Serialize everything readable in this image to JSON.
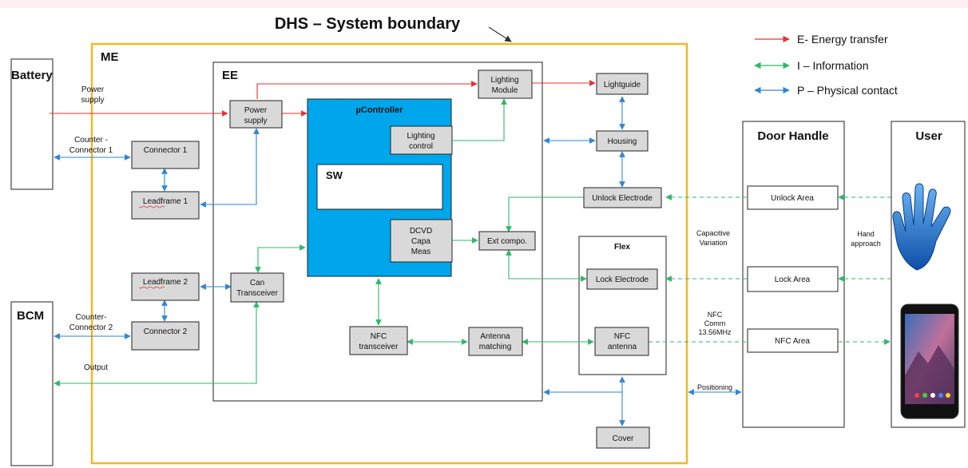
{
  "title": "DHS – System boundary",
  "legend": {
    "energy": "E- Energy transfer",
    "information": "I – Information",
    "physical": "P – Physical contact"
  },
  "colors": {
    "energy": "#e63232",
    "information": "#2eb86a",
    "physical": "#2f86d6",
    "boundary": "#f2b824",
    "controller": "#00a6eb",
    "block_fill": "#d9d9d9"
  },
  "regions": {
    "me": "ME",
    "ee": "EE",
    "controller": "µController",
    "sw": "SW",
    "flex": "Flex",
    "door_handle": "Door Handle",
    "user": "User"
  },
  "externals": {
    "battery": "Battery",
    "bcm": "BCM"
  },
  "blocks": {
    "power_supply": [
      "Power",
      "supply"
    ],
    "connector1": [
      "Connector 1"
    ],
    "leadframe1": [
      "Leadframe 1"
    ],
    "leadframe2": [
      "Leadframe 2"
    ],
    "connector2": [
      "Connector 2"
    ],
    "can_transceiver": [
      "Can",
      "Transceiver"
    ],
    "lighting_module": [
      "Lighting",
      "Module"
    ],
    "lighting_control": [
      "Lighting",
      "control"
    ],
    "dcvd": [
      "DCVD",
      "Capa",
      "Meas"
    ],
    "nfc_transceiver": [
      "NFC",
      "transceiver"
    ],
    "antenna_matching": [
      "Antenna",
      "matching"
    ],
    "ext_comp": [
      "Ext compo."
    ],
    "lightguide": [
      "Lightguide"
    ],
    "housing": [
      "Housing"
    ],
    "unlock_electrode": [
      "Unlock Electrode"
    ],
    "lock_electrode": [
      "Lock Electrode"
    ],
    "nfc_antenna": [
      "NFC",
      "antenna"
    ],
    "cover": [
      "Cover"
    ],
    "unlock_area": [
      "Unlock Area"
    ],
    "lock_area": [
      "Lock Area"
    ],
    "nfc_area": [
      "NFC Area"
    ]
  },
  "labels": {
    "power_supply_in": [
      "Power",
      "supply"
    ],
    "counter_connector1": [
      "Counter -",
      "Connector 1"
    ],
    "counter_connector2": [
      "Counter-",
      "Connector 2"
    ],
    "output": "Output",
    "capacitive_variation": [
      "Capacitive",
      "Variation"
    ],
    "nfc_comm": [
      "NFC",
      "Comm",
      "13.56MHz"
    ],
    "positioning": "Positioning",
    "hand_approach": [
      "Hand",
      "approach"
    ]
  },
  "icons": {
    "hand": "hand-icon",
    "phone": "smartphone-icon"
  }
}
